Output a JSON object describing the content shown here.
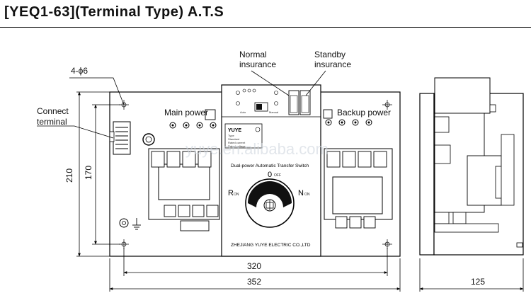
{
  "title": "[YEQ1-63](Terminal Type) A.T.S",
  "labels": {
    "holes": "4-ϕ6",
    "connect_terminal_1": "Connect",
    "connect_terminal_2": "terminal",
    "normal_insurance_1": "Normal",
    "normal_insurance_2": "insurance",
    "standby_insurance_1": "Standby",
    "standby_insurance_2": "insurance",
    "main_power": "Main power",
    "backup_power": "Backup power"
  },
  "dimensions": {
    "height_outer": "210",
    "height_inner": "170",
    "width_inner": "320",
    "width_outer": "352",
    "depth": "125"
  },
  "switch_panel": {
    "brand": "YUYE",
    "nameplate_lines": [
      "Type",
      "Standard",
      "Rated current",
      "Rated voltage"
    ],
    "model_name": "Dual-power Automatic Transfer Switch",
    "state_off": "OFF",
    "state_off_digit": "0",
    "state_r": "R",
    "state_n": "N",
    "state_on": "ON",
    "manufacturer": "ZHEJIANG YUYE ELECTRIC CO.,LTD",
    "mode_auto": "Auto",
    "mode_manual": "Manual"
  },
  "watermark": "yuye.en.alibaba.com"
}
